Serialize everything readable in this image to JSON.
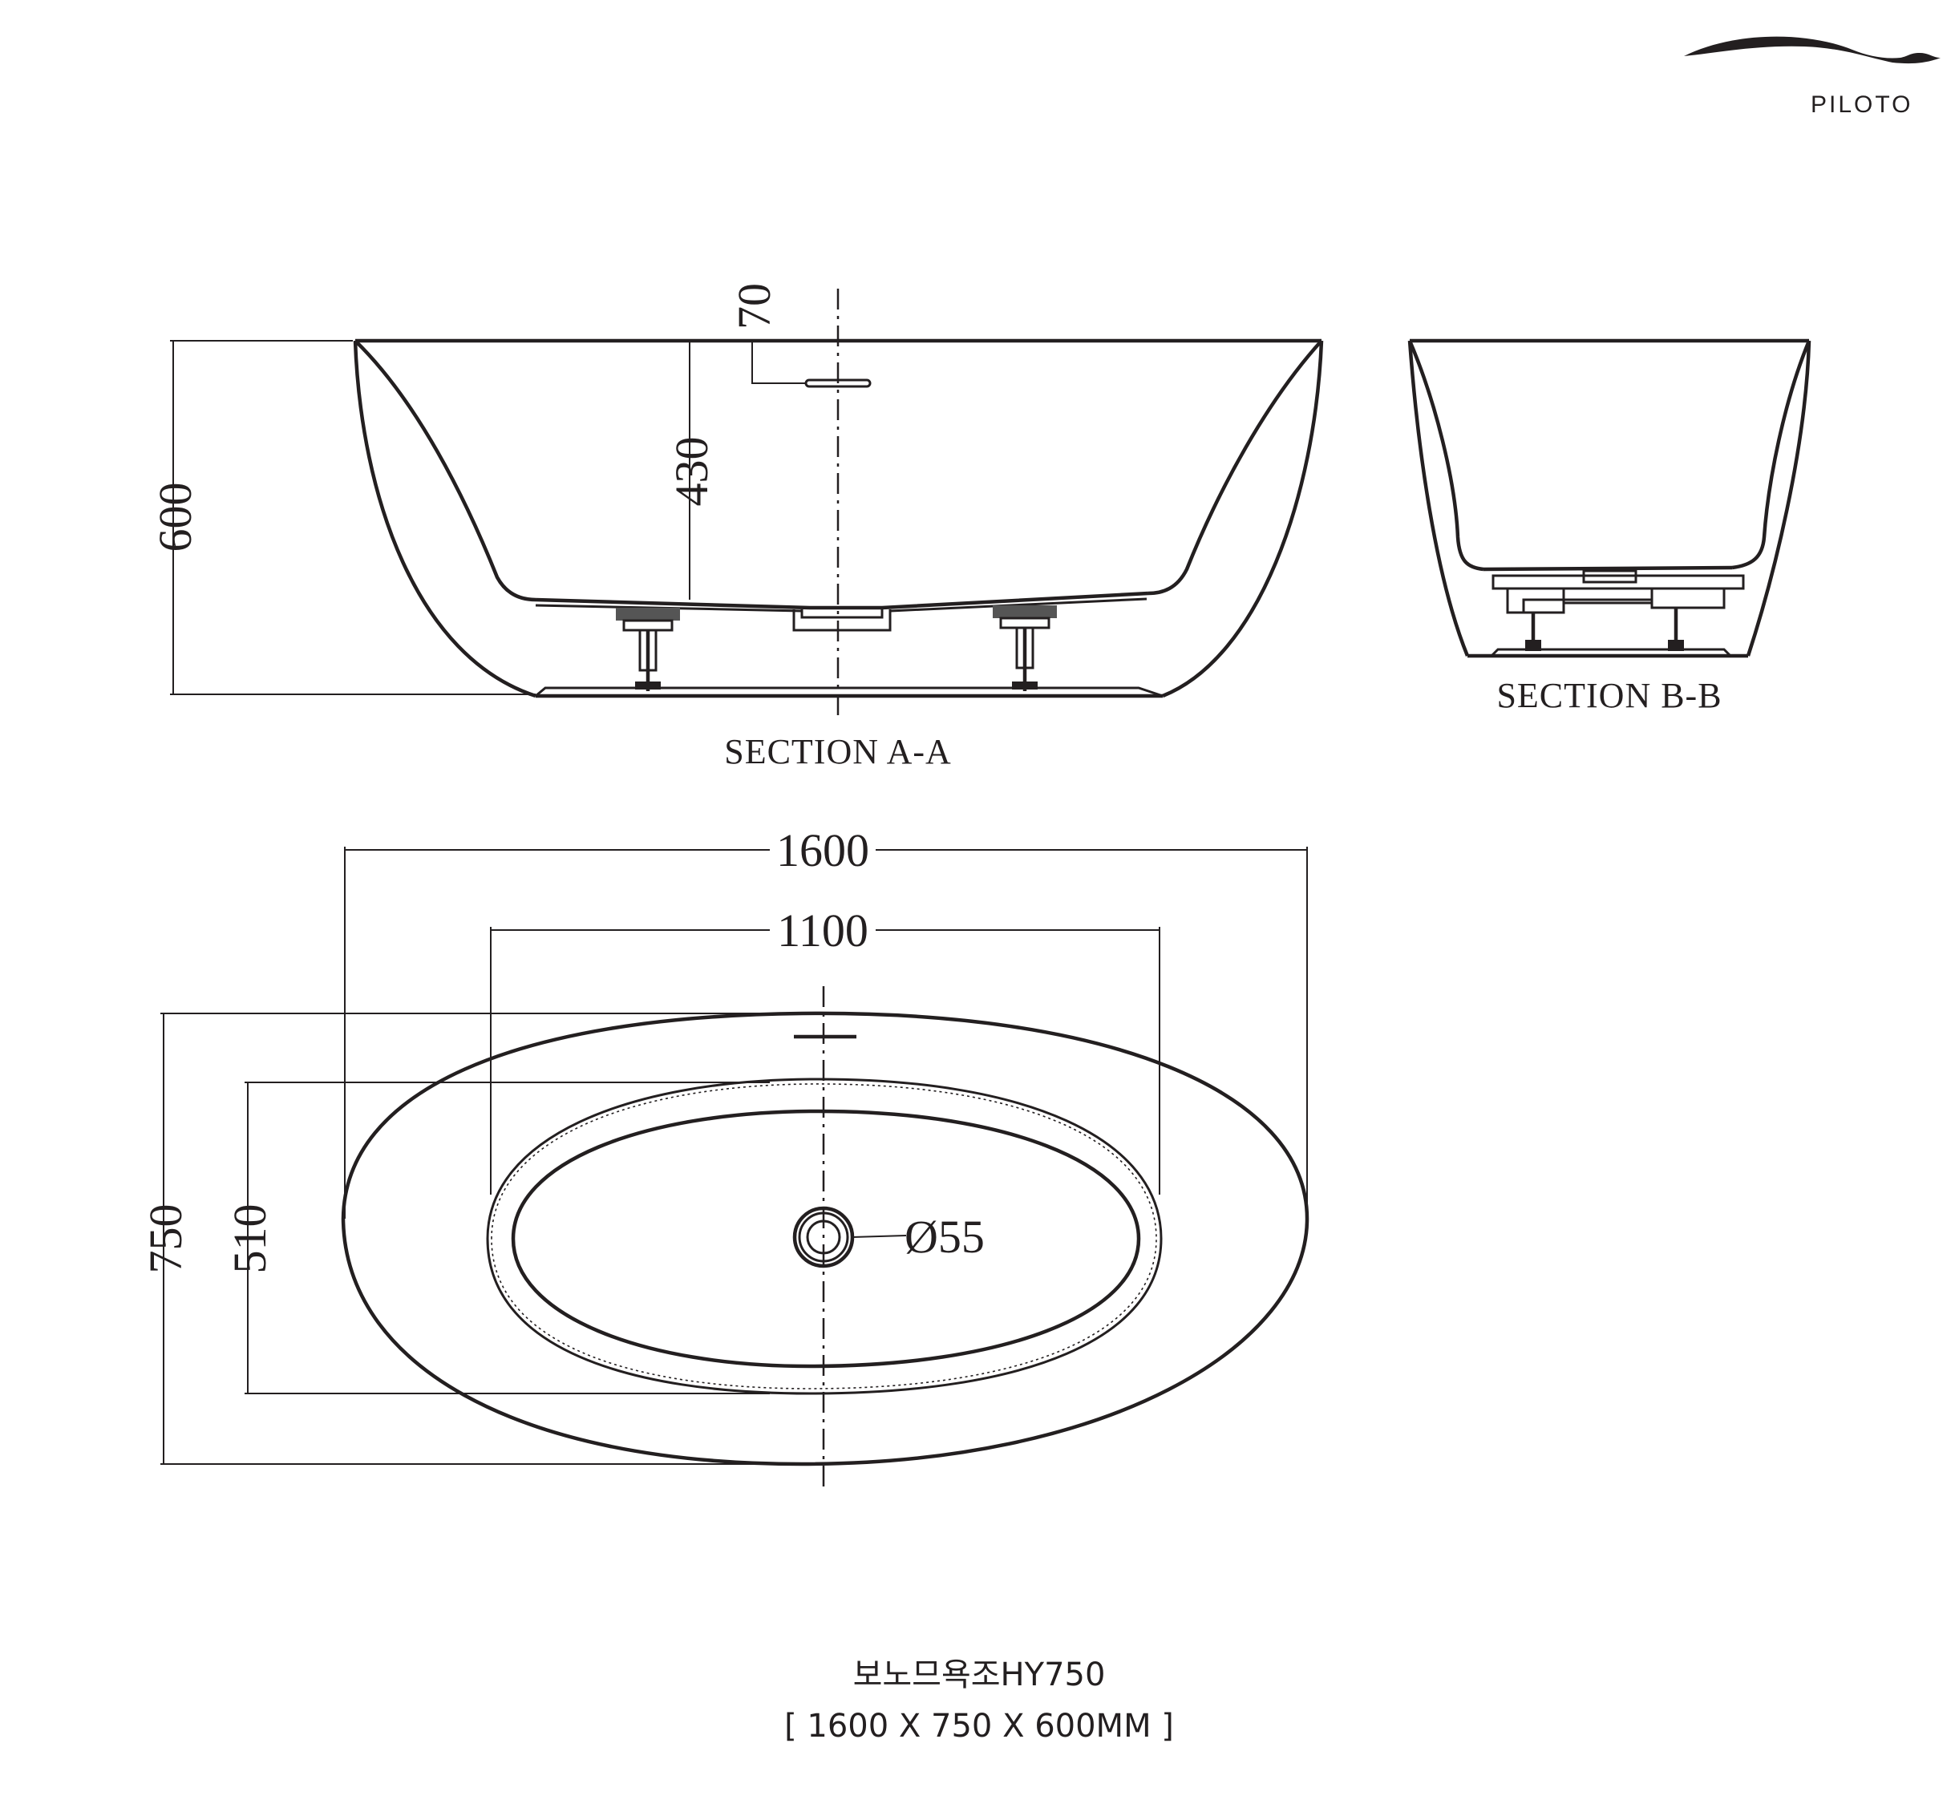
{
  "brand": {
    "name": "PILOTO"
  },
  "section_a": {
    "caption": "SECTION A-A",
    "dim_height": "600",
    "dim_depth": "430",
    "dim_overflow": "70"
  },
  "section_b": {
    "caption": "SECTION B-B"
  },
  "plan_view": {
    "dim_outer_length": "1600",
    "dim_inner_length": "1100",
    "dim_outer_width": "750",
    "dim_inner_width": "510",
    "dim_drain": "Ø55"
  },
  "footer": {
    "product_name": "보노므욕조HY750",
    "dimensions": "[ 1600 X 750 X 600MM ]"
  }
}
